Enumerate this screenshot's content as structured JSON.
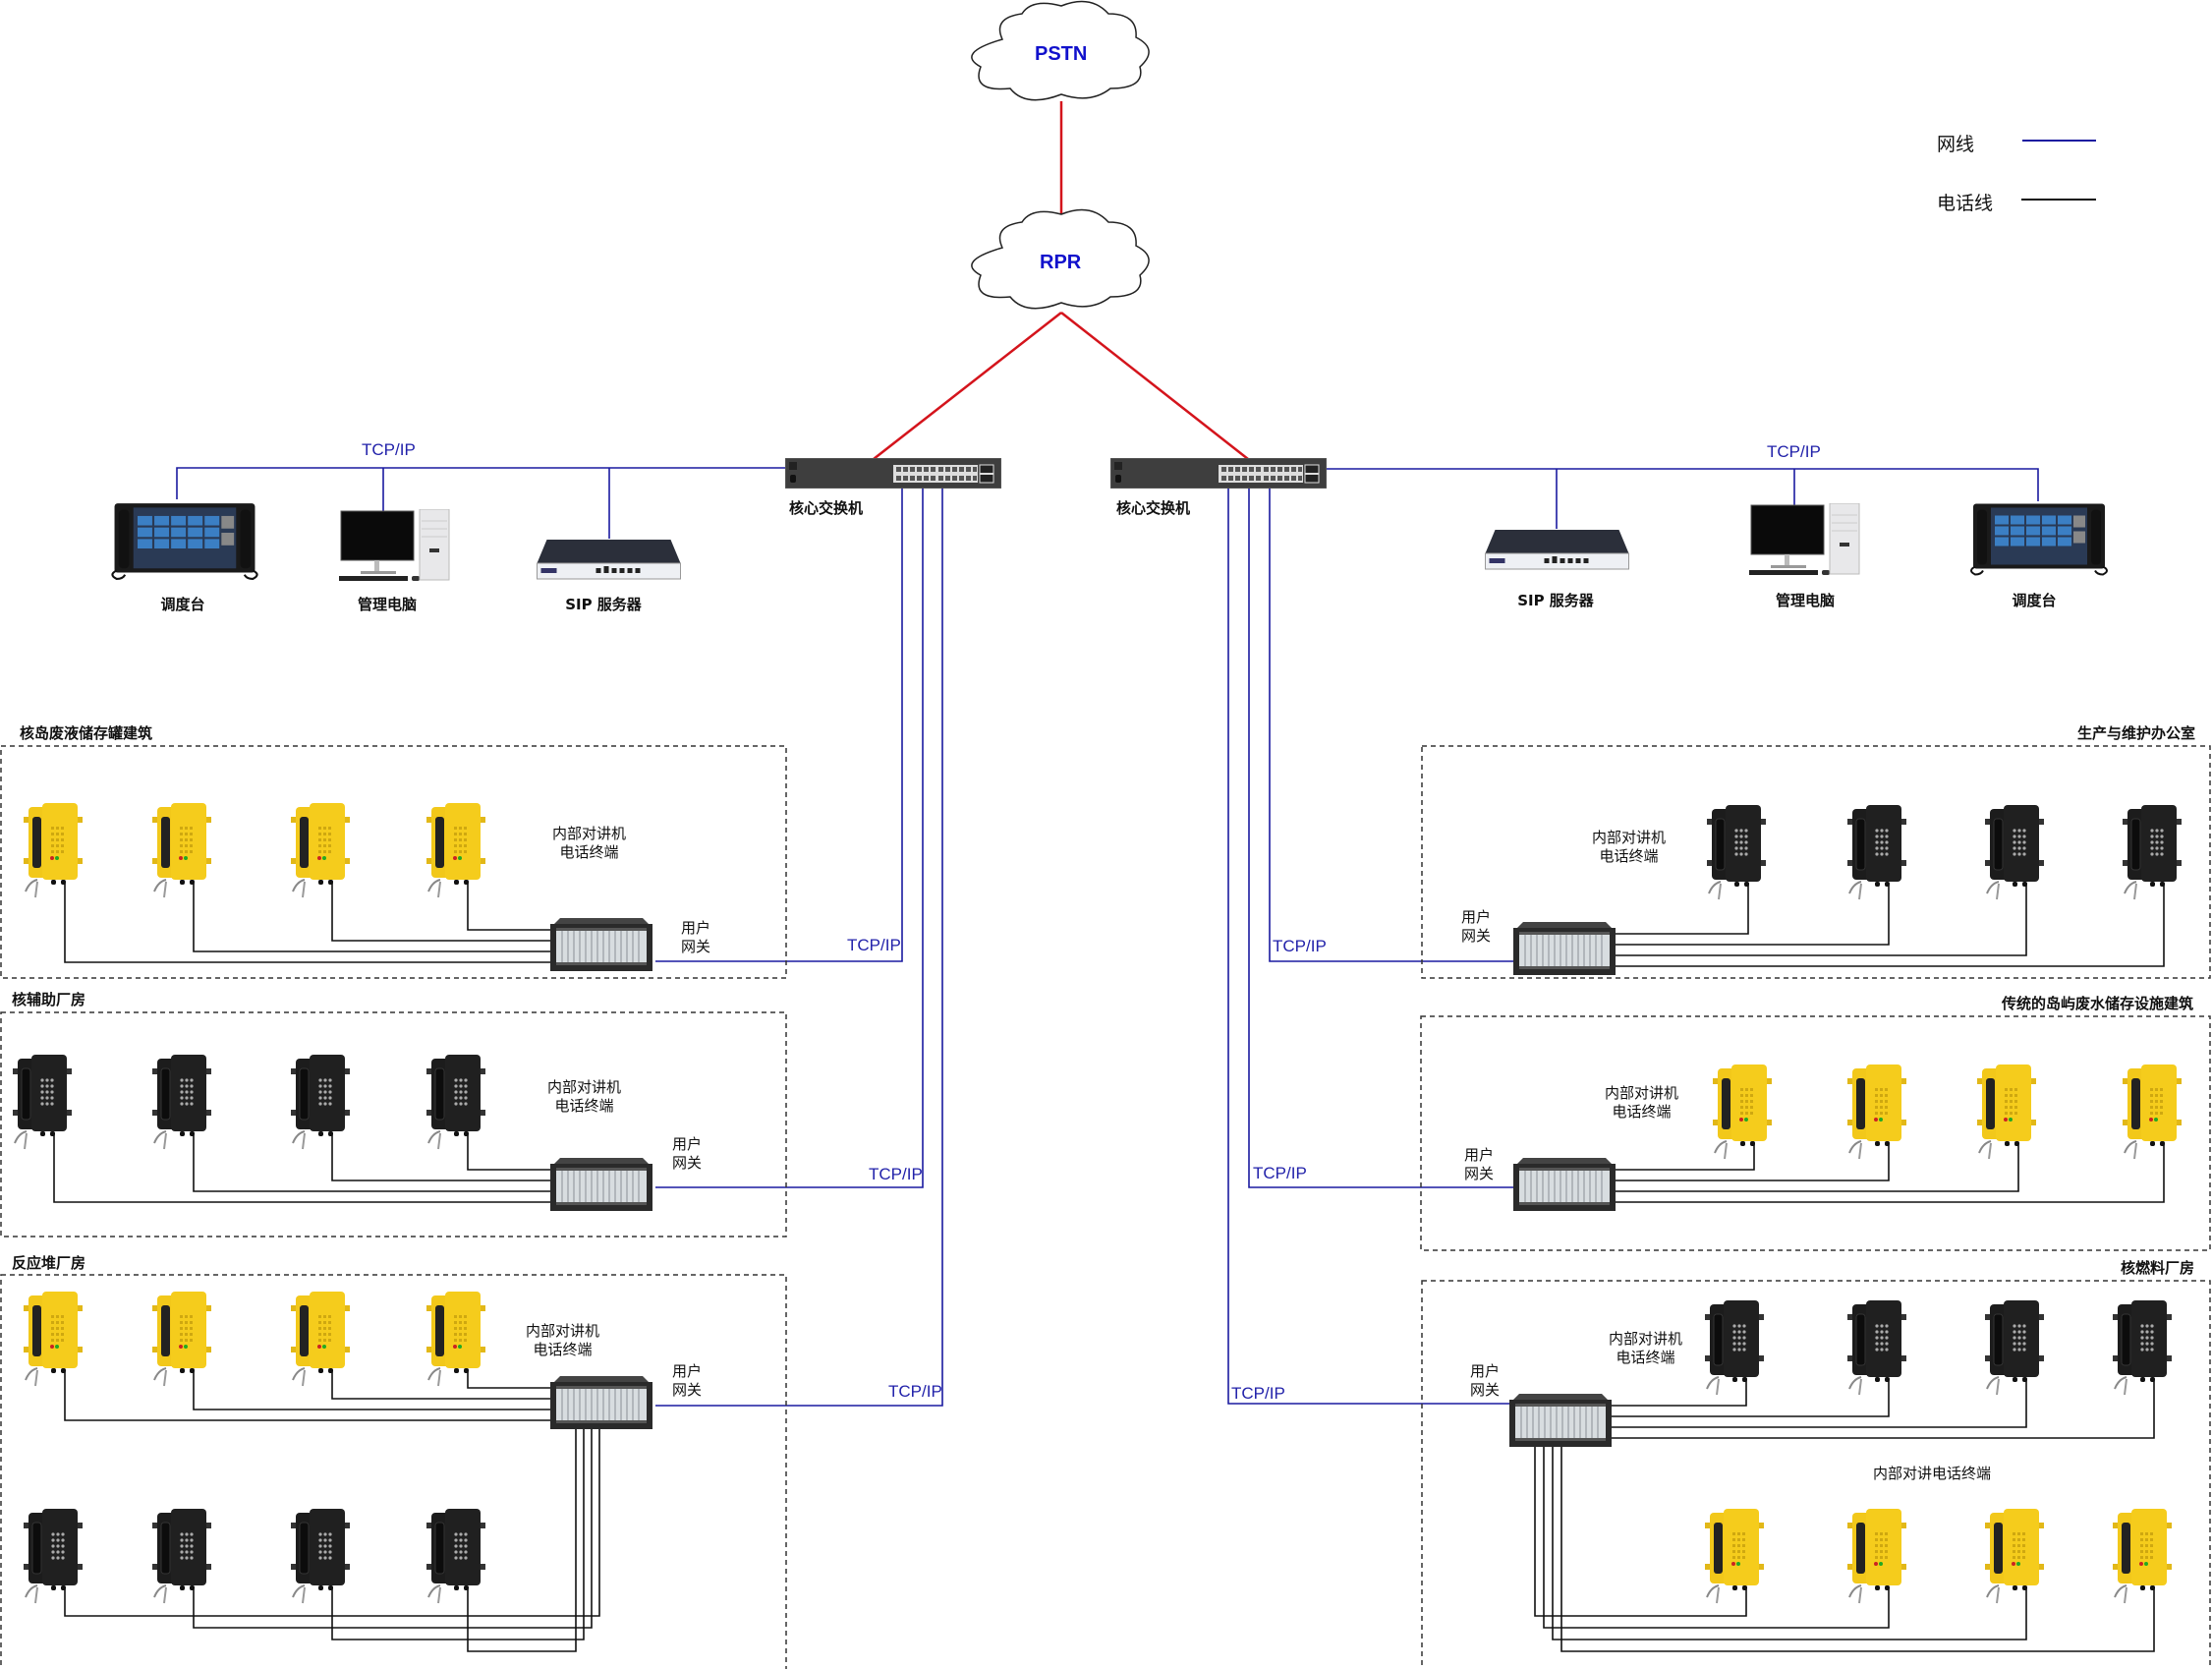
{
  "title": "Nuclear plant intercom & dispatch network topology",
  "colors": {
    "network_line": "#1a1aa0",
    "phone_line": "#111111",
    "backbone_line": "#d4141c",
    "cloud_text": "#1111cc",
    "phone_yellow": "#f2c81a",
    "phone_black": "#1c1c1c"
  },
  "clouds": {
    "pstn": "PSTN",
    "rpr": "RPR"
  },
  "legend": {
    "items": [
      {
        "label": "网线",
        "line": "network"
      },
      {
        "label": "电话线",
        "line": "phone"
      }
    ]
  },
  "left_core": {
    "switch_label": "核心交换机",
    "bus_label": "TCP/IP",
    "devices": [
      {
        "label": "调度台",
        "icon": "dispatch-console-icon"
      },
      {
        "label": "管理电脑",
        "icon": "desktop-computer-icon"
      },
      {
        "label": "SIP 服务器",
        "icon": "sip-server-icon"
      }
    ]
  },
  "right_core": {
    "switch_label": "核心交换机",
    "bus_label": "TCP/IP",
    "devices": [
      {
        "label": "SIP 服务器",
        "icon": "sip-server-icon"
      },
      {
        "label": "管理电脑",
        "icon": "desktop-computer-icon"
      },
      {
        "label": "调度台",
        "icon": "dispatch-console-icon"
      }
    ]
  },
  "zones": [
    {
      "title": "核岛废液储存罐建筑",
      "side": "left",
      "terminal_label": "内部对讲机\n电话终端",
      "gateway_label": "用户\n网关",
      "link_label": "TCP/IP",
      "phone_rows": [
        "yellow"
      ]
    },
    {
      "title": "核辅助厂房",
      "side": "left",
      "terminal_label": "内部对讲机\n电话终端",
      "gateway_label": "用户\n网关",
      "link_label": "TCP/IP",
      "phone_rows": [
        "black"
      ]
    },
    {
      "title": "反应堆厂房",
      "side": "left",
      "terminal_label": "内部对讲机\n电话终端",
      "gateway_label": "用户\n网关",
      "link_label": "TCP/IP",
      "phone_rows": [
        "yellow",
        "black"
      ]
    },
    {
      "title": "生产与维护办公室",
      "side": "right",
      "terminal_label": "内部对讲机\n电话终端",
      "gateway_label": "用户\n网关",
      "link_label": "TCP/IP",
      "phone_rows": [
        "black"
      ]
    },
    {
      "title": "传统的岛屿废水储存设施建筑",
      "side": "right",
      "terminal_label": "内部对讲机\n电话终端",
      "gateway_label": "用户\n网关",
      "link_label": "TCP/IP",
      "phone_rows": [
        "yellow"
      ]
    },
    {
      "title": "核燃料厂房",
      "side": "right",
      "terminal_label": "内部对讲机\n电话终端",
      "gateway_label": "用户\n网关",
      "link_label": "TCP/IP",
      "second_terminal_label": "内部对讲电话终端",
      "phone_rows": [
        "black",
        "yellow"
      ]
    }
  ]
}
